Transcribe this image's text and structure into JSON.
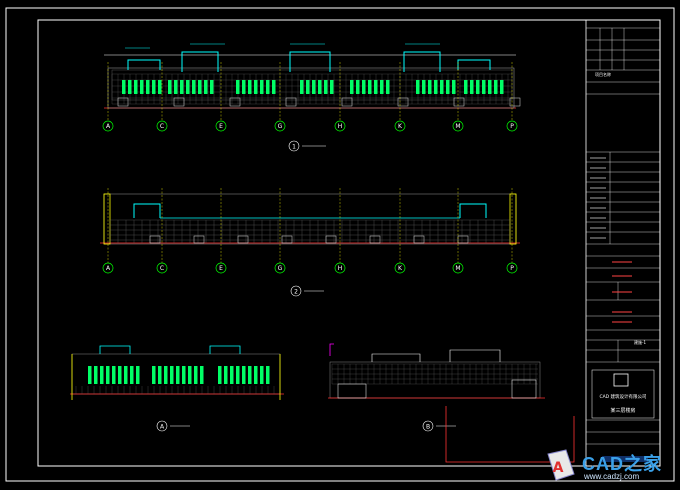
{
  "axis_labels": [
    "A",
    "C",
    "E",
    "G",
    "H",
    "K",
    "M",
    "P"
  ],
  "title_block": {
    "company": "CAD 建筑设计有限公司",
    "drawing_title": "某三层楼房",
    "sheet_no": "建施-1",
    "project_label": "项目名称"
  },
  "views": {
    "elev1_label": "1",
    "elev2_label": "2",
    "sec_a_label": "A",
    "sec_b_label": "B"
  },
  "watermark": {
    "logo": "CAD之家",
    "url": "www.cadzj.com"
  },
  "colors": {
    "background": "#000000",
    "frame": "#ffffff",
    "wall": "#00ffff",
    "window": "#00ff66",
    "dimension": "#ff3333",
    "grid": "#ffff00",
    "axis_circle": "#00ff00",
    "leader": "#ff00ff"
  }
}
